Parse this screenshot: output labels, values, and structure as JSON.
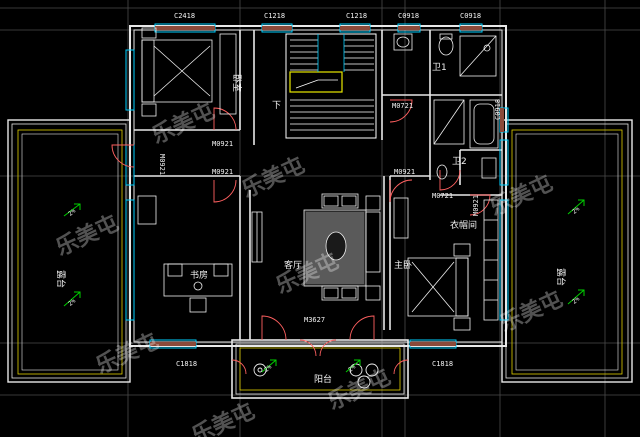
{
  "colors": {
    "background": "#000000",
    "grid": "#4a4a4a",
    "wall": "#e8e8e8",
    "window": "#00cfff",
    "door_frame": "#00cfff",
    "door_swing": "#ff6060",
    "stair": "#ffffff",
    "stair_rail": "#e8e800",
    "furniture": "#f0f0f0",
    "brown_accent": "#8b4a3a",
    "slope_arrow": "#00d000"
  },
  "window_labels": {
    "c2418": "C2418",
    "c1218_a": "C1218",
    "c1218_b": "C1218",
    "c0918_a": "C0918",
    "c0918_b": "C0918",
    "c0918_right": "C0918",
    "c1818_left": "C1818",
    "c1818_right": "C1818"
  },
  "door_labels": {
    "m0921_bedroom": "M0921",
    "m0921_left_vertical": "M0921",
    "m0921_study": "M0921",
    "m0721_bath1": "M0721",
    "m0921_master": "M0921",
    "m0721_bath2": "M0721",
    "m0921_closet": "M0921",
    "m3627": "M3627"
  },
  "room_labels": {
    "bedroom": "卧室",
    "bath1": "卫1",
    "bath2": "卫2",
    "closet": "衣帽间",
    "study": "书房",
    "living": "客厅",
    "master_bedroom": "主卧",
    "terrace_left": "露台",
    "terrace_right": "露台",
    "balcony": "阳台",
    "stair_marker": "下"
  },
  "slopes": {
    "terrace_left_top": "2%",
    "terrace_left_bottom": "2%",
    "terrace_right_top": "2%",
    "terrace_right_bottom": "2%",
    "balcony_left": "2%",
    "balcony_right": "2%"
  },
  "watermark": {
    "text": "乐美屯"
  }
}
